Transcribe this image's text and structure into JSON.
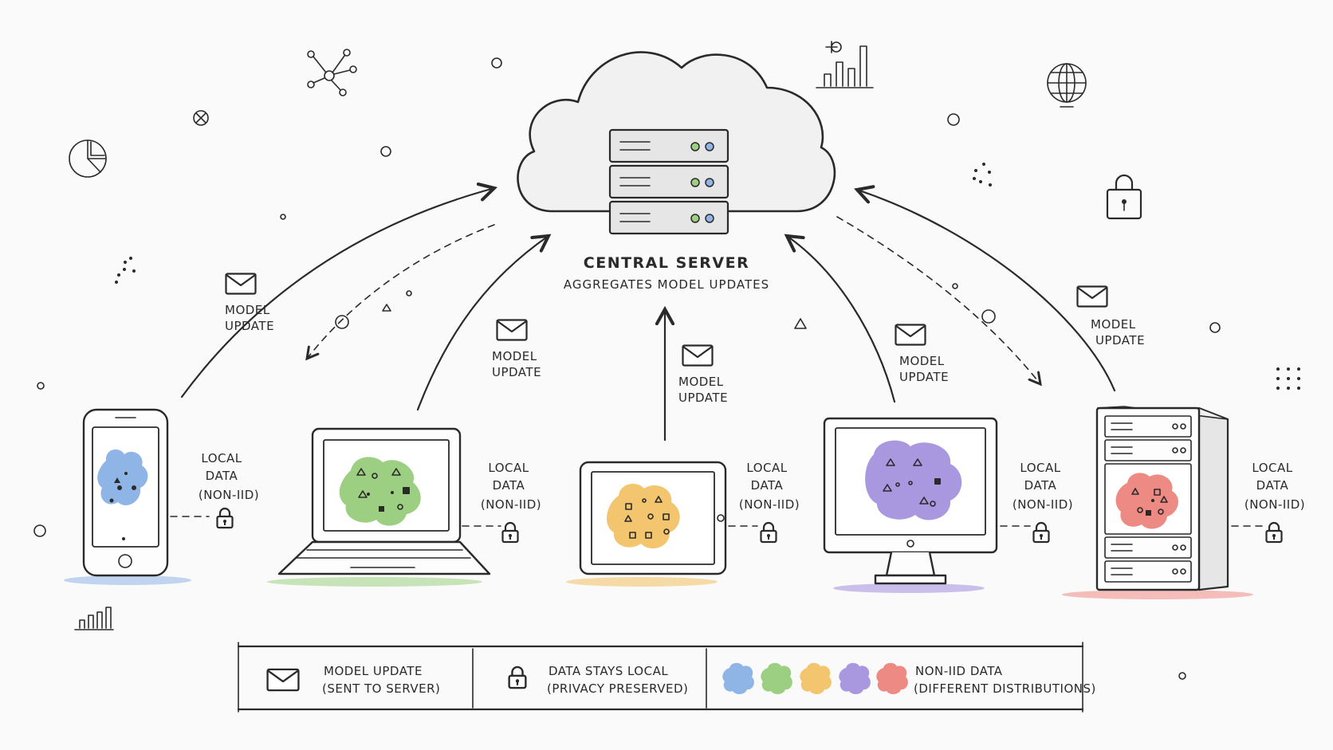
{
  "server": {
    "title": "CENTRAL SERVER",
    "subtitle": "AGGREGATES MODEL UPDATES"
  },
  "update_label": [
    "MODEL",
    "UPDATE"
  ],
  "local_label": [
    "LOCAL",
    "DATA",
    "(NON-IID)"
  ],
  "clients": [
    {
      "device": "smartphone",
      "color": "#8fb4e6"
    },
    {
      "device": "laptop",
      "color": "#9ccf82"
    },
    {
      "device": "tablet",
      "color": "#f3c56e"
    },
    {
      "device": "desktop-monitor",
      "color": "#a998e0"
    },
    {
      "device": "server-rack",
      "color": "#ee8a84"
    }
  ],
  "legend": {
    "model_update": [
      "MODEL UPDATE",
      "(SENT TO SERVER)"
    ],
    "data_local": [
      "DATA STAYS LOCAL",
      "(PRIVACY PRESERVED)"
    ],
    "non_iid": [
      "NON-IID DATA",
      "(DIFFERENT DISTRIBUTIONS)"
    ]
  },
  "icons": [
    "envelope-icon",
    "lock-icon",
    "cloud-icon",
    "globe-icon",
    "bar-chart-icon",
    "pie-chart-icon",
    "network-icon"
  ]
}
